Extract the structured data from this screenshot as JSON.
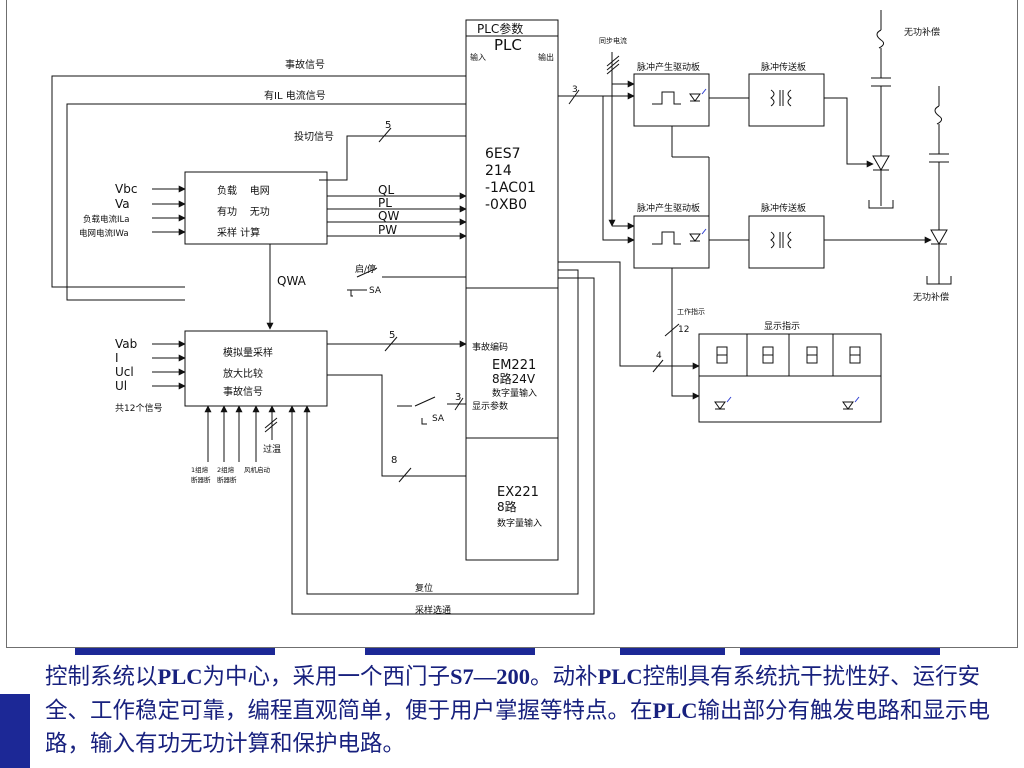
{
  "plc": {
    "header": "PLC参数",
    "title": "PLC",
    "in": "输入",
    "out": "输出",
    "model": [
      "6ES7",
      "214",
      "-1AC01",
      "-0XB0"
    ],
    "em_title": "事故编码",
    "em_model": [
      "EM221",
      "8路24V",
      "数字量输入"
    ],
    "em_display": "显示参数",
    "ex_model": [
      "EX221",
      "8路",
      "数字量输入"
    ]
  },
  "signals": {
    "fault": "事故信号",
    "current": "有IL 电流信号",
    "switch": "投切信号",
    "start_stop": "启/停",
    "sa": "SA",
    "qwa": "QWA",
    "reset": "复位",
    "sample_select": "采样选通",
    "sync": "同步电流",
    "work_indicator": "工作指示",
    "overtemp": "过温"
  },
  "calc_block": {
    "lines": [
      "负载    电网",
      "有功    无功",
      "采样 计算"
    ],
    "inputs": [
      "Vbc",
      "Va",
      "负载电流ILa",
      "电网电流IWa"
    ],
    "outputs": [
      "QL",
      "PL",
      "QW",
      "PW"
    ]
  },
  "analog_block": {
    "lines": [
      "模拟量采样",
      "放大比较",
      "事故信号"
    ],
    "inputs": [
      "Vab",
      "I",
      "Ucl",
      "Ul"
    ],
    "note": "共12个信号",
    "bottom_labels": [
      "1组熔",
      "断器断",
      "2组熔",
      "断器断",
      "风机启动"
    ]
  },
  "right_blocks": {
    "driver": "脉冲产生驱动板",
    "transfer": "脉冲传送板",
    "display": "显示指示",
    "comp_top": "无功补偿",
    "comp_bottom": "无功补偿"
  },
  "bus_counts": [
    "5",
    "5",
    "3",
    "8",
    "3",
    "12",
    "4"
  ],
  "caption": {
    "t1": "控制系统以",
    "b1": "PLC",
    "t2": "为中心，采用一个西门子",
    "b2": "S7—200",
    "t3": "。动补",
    "b3": "PLC",
    "t4": "控制具有系统抗干扰性好、运行安全、工作稳定可靠，编程直观简单，便于用户掌握等特点。在",
    "b4": "PLC",
    "t5": "输出部分有触发电路和显示电路，输入有功无功计算和保护电路。"
  },
  "colors": {
    "frame": "#6f6f6f",
    "line": "#111111",
    "accent": "#1c2896",
    "caption": "#18217e"
  }
}
